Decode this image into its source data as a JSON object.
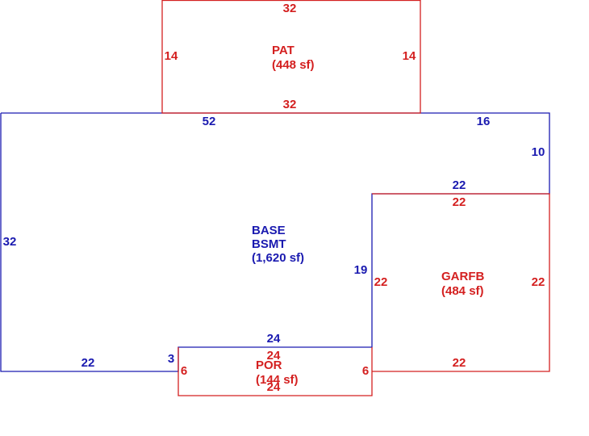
{
  "colors": {
    "base": "#1a1ab0",
    "addition": "#d42020",
    "background": "#ffffff"
  },
  "patio": {
    "name": "PAT",
    "area": "(448 sf)",
    "dims": {
      "top": "32",
      "bottom": "32",
      "left": "14",
      "right": "14"
    }
  },
  "base": {
    "name_line1": "BASE",
    "name_line2": "BSMT",
    "area": "(1,620 sf)",
    "dims": {
      "top_left": "52",
      "top_right": "16",
      "right_upper": "10",
      "step_top": "22",
      "left": "32",
      "inner_vertical": "19",
      "bottom_left": "22",
      "step_small": "3",
      "bottom_mid": "24"
    }
  },
  "garage": {
    "name": "GARFB",
    "area": "(484 sf)",
    "dims": {
      "top": "22",
      "bottom": "22",
      "left": "22",
      "right": "22"
    }
  },
  "porch": {
    "name": "POR",
    "area": "(144 sf)",
    "dims": {
      "top": "24",
      "bottom": "24",
      "left": "6",
      "right": "6"
    }
  }
}
